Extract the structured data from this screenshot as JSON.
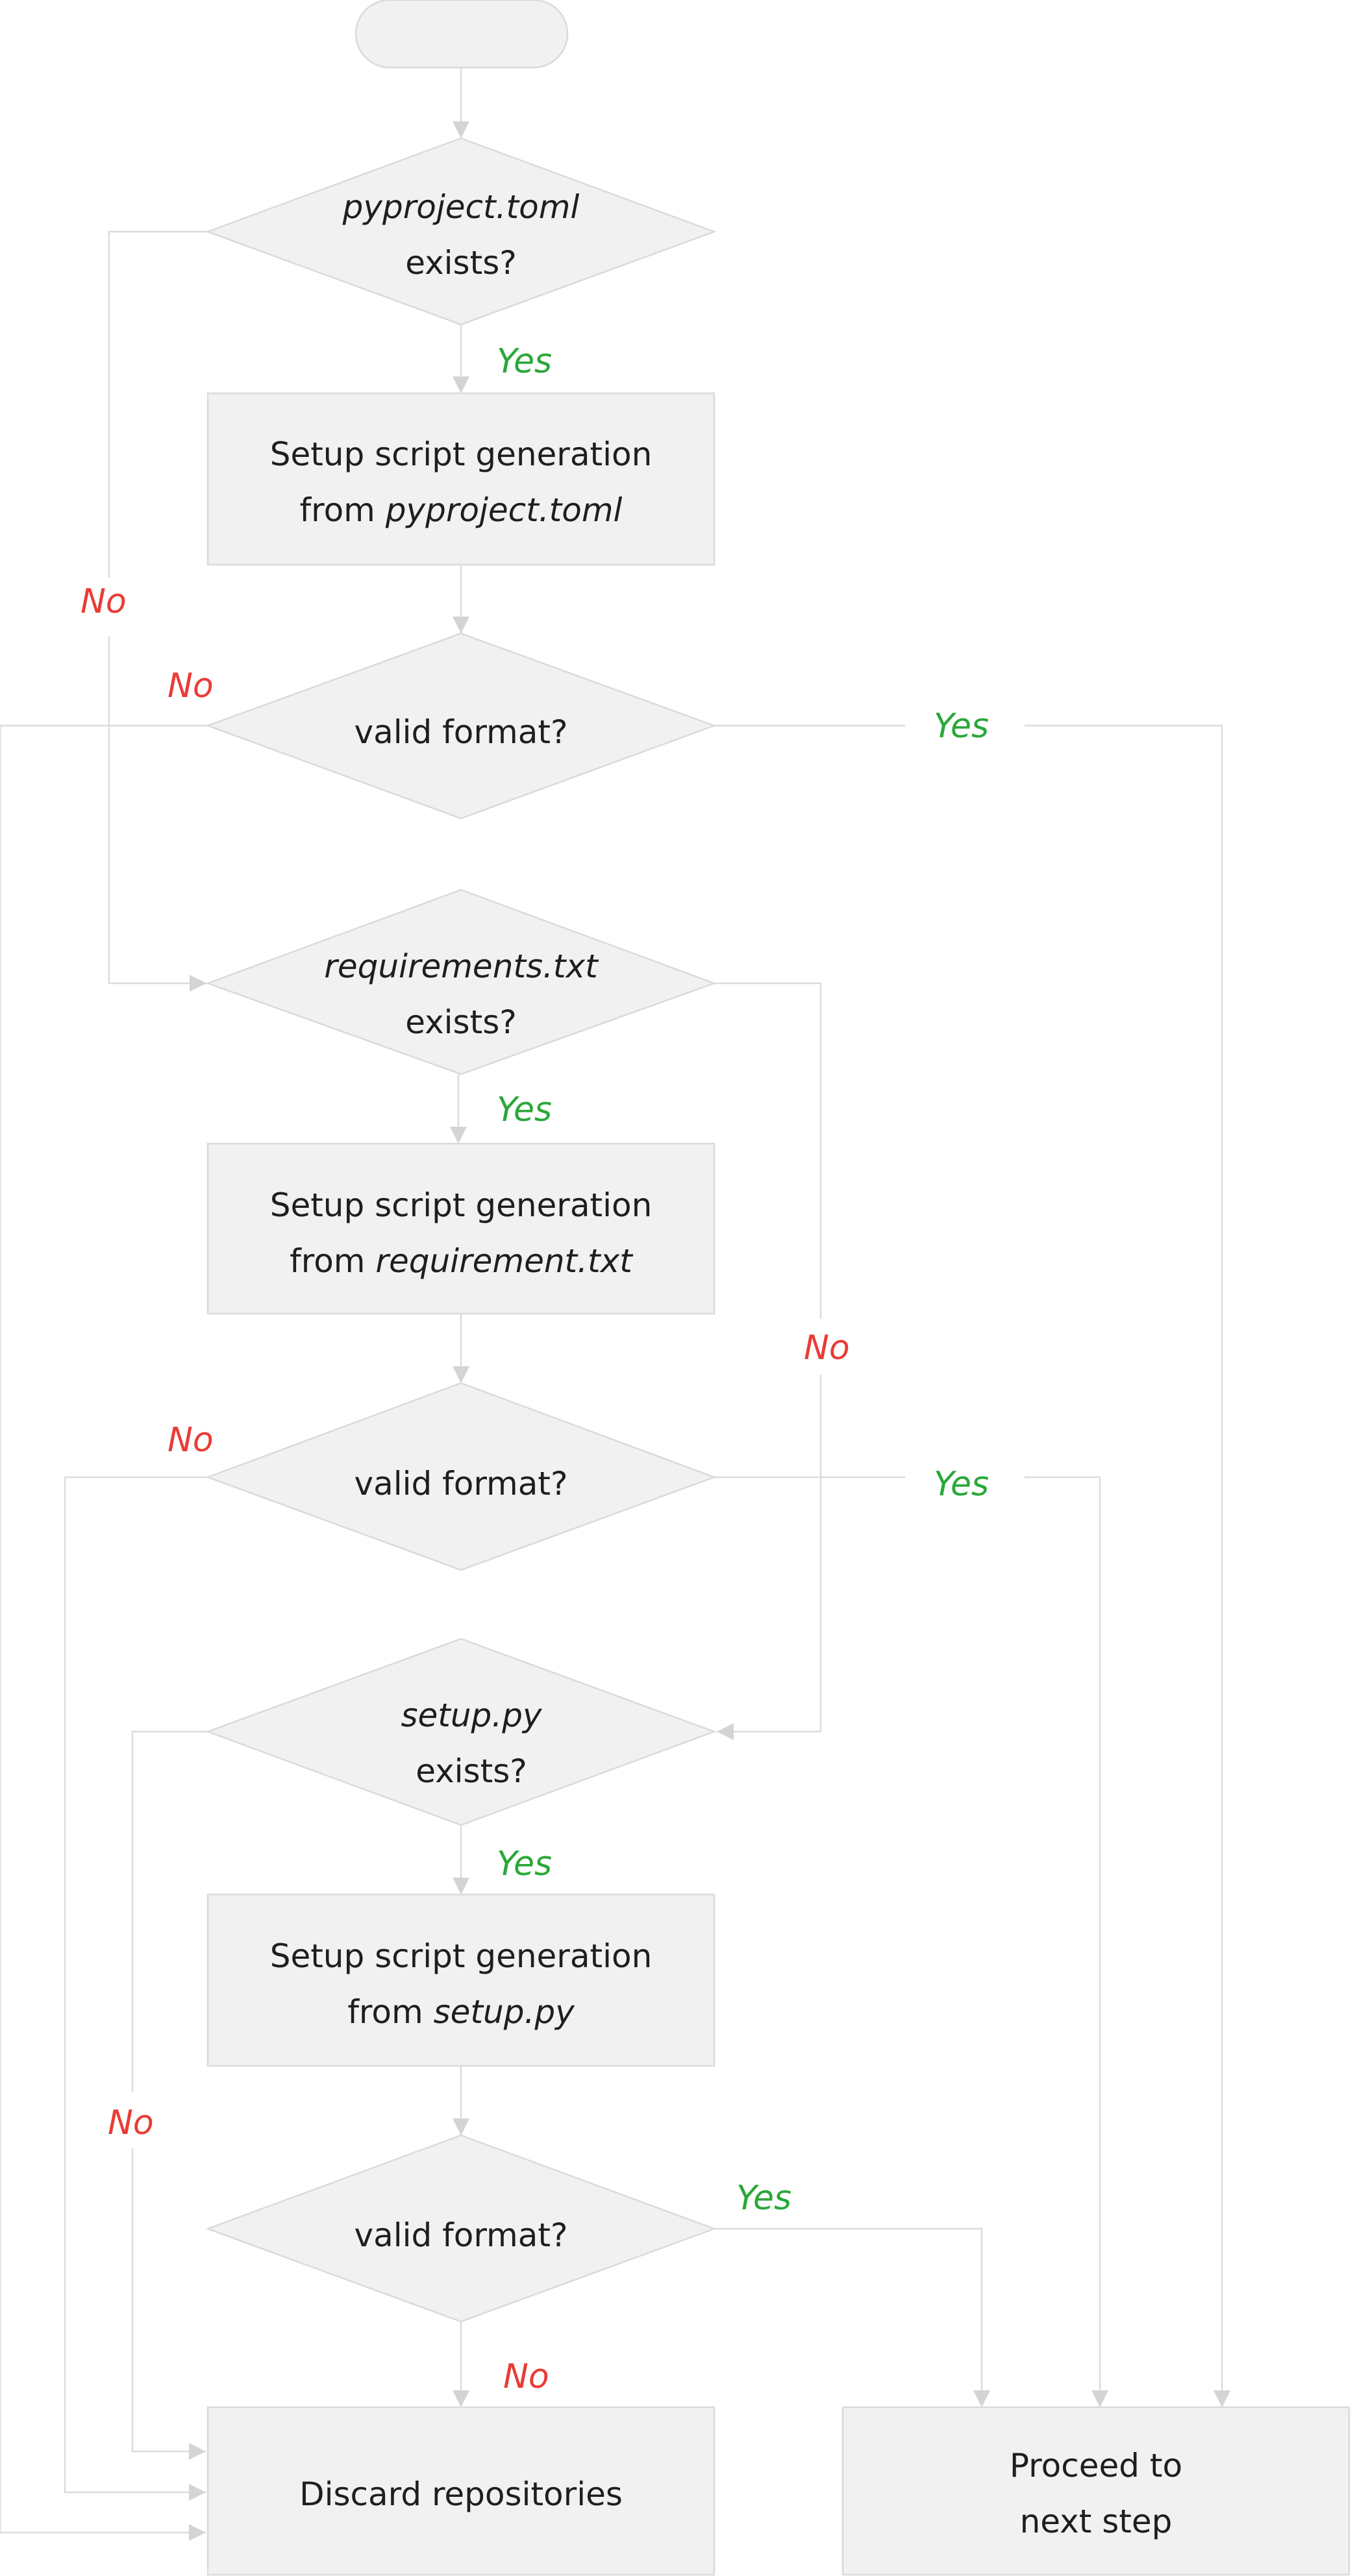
{
  "flowchart": {
    "start": {
      "label": ""
    },
    "nodes": {
      "pyproject_check": {
        "italic": "pyproject.toml",
        "plain": "exists?"
      },
      "pyproject_gen": {
        "line1": "Setup script generation",
        "prefix": "from ",
        "italic": "pyproject.toml"
      },
      "valid1": {
        "text": "valid format?"
      },
      "requirements_check": {
        "italic": "requirements.txt",
        "plain": "exists?"
      },
      "requirements_gen": {
        "line1": "Setup script generation",
        "prefix": "from ",
        "italic": "requirement.txt"
      },
      "valid2": {
        "text": "valid format?"
      },
      "setup_check": {
        "italic": "setup.py",
        "plain": "exists?"
      },
      "setup_gen": {
        "line1": "Setup script generation",
        "prefix": "from ",
        "italic": "setup.py"
      },
      "valid3": {
        "text": "valid format?"
      },
      "discard": {
        "text": "Discard repositories"
      },
      "proceed": {
        "line1": "Proceed to",
        "line2": "next step"
      }
    },
    "edge_labels": {
      "yes": "Yes",
      "no": "No"
    },
    "colors": {
      "yes": "#2aa839",
      "no": "#ea3b35",
      "shape_fill": "#f1f1f1",
      "line": "#dcdcdc"
    }
  }
}
